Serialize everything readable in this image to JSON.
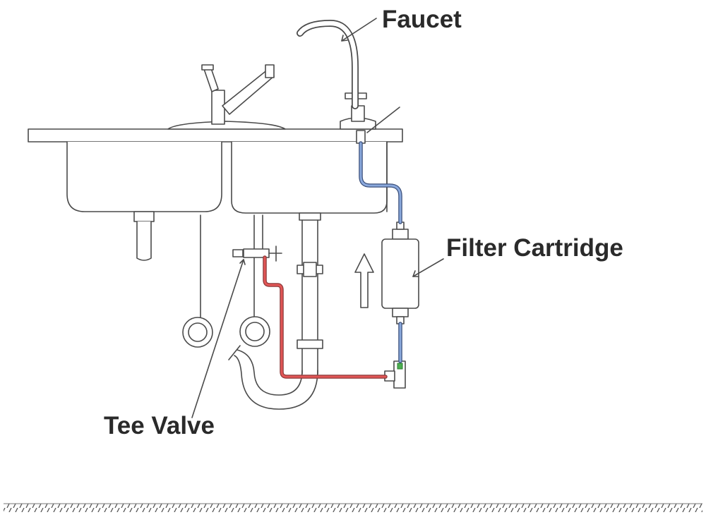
{
  "labels": {
    "faucet": "Faucet",
    "filter_cartridge": "Filter Cartridge",
    "tee_valve": "Tee Valve"
  },
  "colors": {
    "outline": "#4a4a4a",
    "cold_supply_line": "#d94a4a",
    "filtered_line": "#5a7fc0",
    "label_text": "#2a2a2a",
    "valve_green": "#4caf50"
  },
  "icons": {
    "flow_direction": "up-arrow-icon"
  }
}
